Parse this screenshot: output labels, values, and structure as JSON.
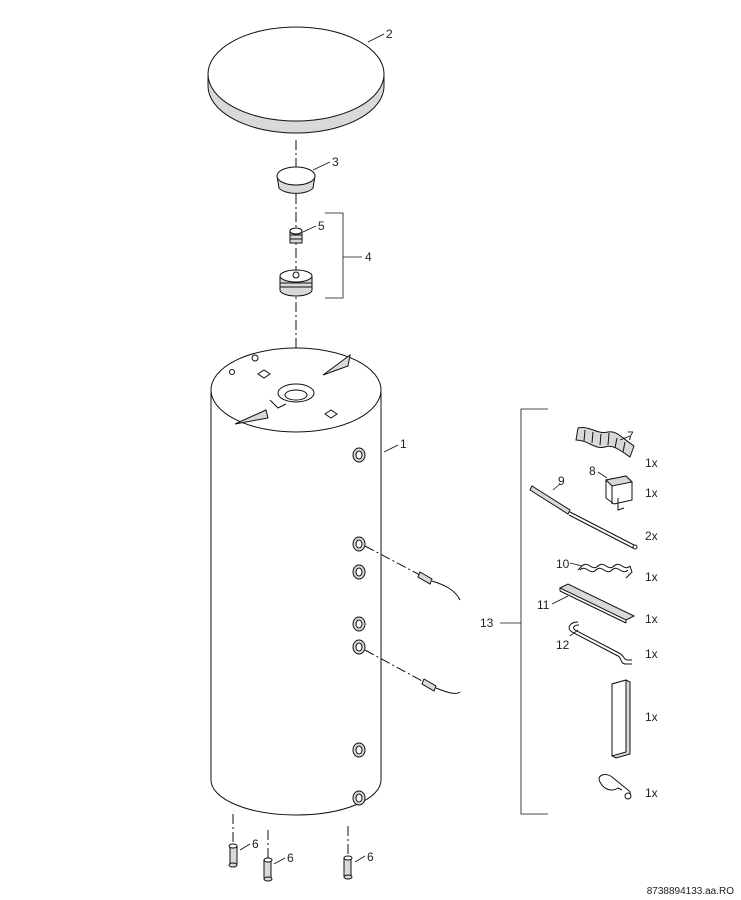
{
  "callouts": {
    "p1": "1",
    "p2": "2",
    "p3": "3",
    "p4": "4",
    "p5": "5",
    "p6a": "6",
    "p6b": "6",
    "p6c": "6",
    "p7": "7",
    "p8": "8",
    "p9": "9",
    "p10": "10",
    "p11": "11",
    "p12": "12",
    "p13": "13"
  },
  "quantities": {
    "q7": "1x",
    "q8": "1x",
    "q9": "2x",
    "q10": "1x",
    "q11": "1x",
    "q12": "1x",
    "q_pad": "1x",
    "q_clip": "1x"
  },
  "reference": "8738894133.aa.RO"
}
